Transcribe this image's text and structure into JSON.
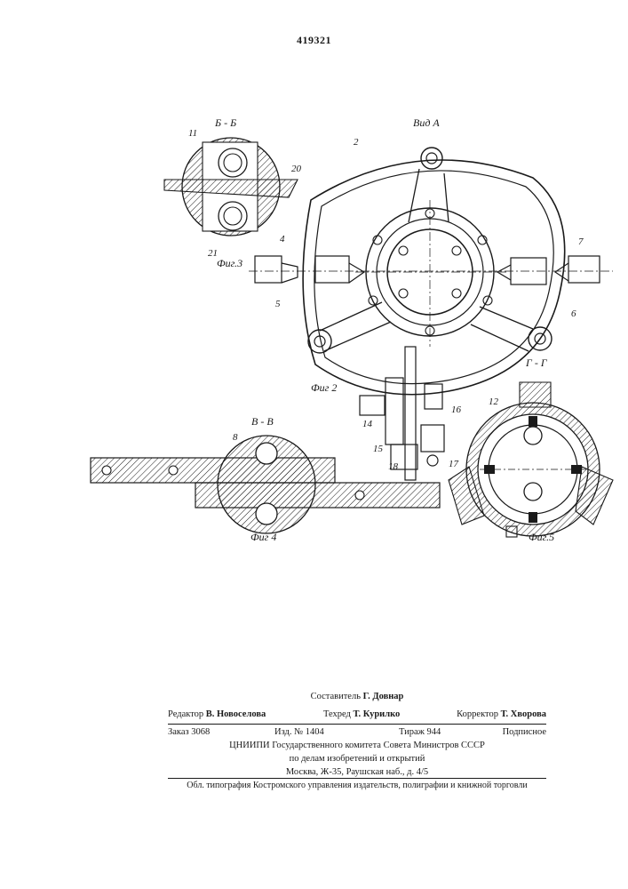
{
  "patent_number": "419321",
  "figure_labels": {
    "fig2": "Фиг 2",
    "fig3": "Фиг.3",
    "fig4": "Фиг 4",
    "fig5": "Фиг.5",
    "view_a": "Вид А",
    "section_bb": "Б - Б",
    "section_vv": "В - В",
    "section_gg": "Г - Г"
  },
  "callouts": [
    "2",
    "4",
    "5",
    "6",
    "7",
    "8",
    "11",
    "12",
    "14",
    "15",
    "16",
    "17",
    "18",
    "20",
    "21"
  ],
  "credits": {
    "compiler_label": "Составитель",
    "compiler_name": "Г. Довнар",
    "editor_label": "Редактор",
    "editor_name": "В. Новоселова",
    "techred_label": "Техред",
    "techred_name": "Т. Курилко",
    "corrector_label": "Корректор",
    "corrector_name": "Т. Хворова",
    "order": "Заказ 3068",
    "edition": "Изд. № 1404",
    "circulation": "Тираж 944",
    "subscription": "Подписное",
    "institute_line1": "ЦНИИПИ Государственного комитета Совета Министров СССР",
    "institute_line2": "по делам изобретений и открытий",
    "institute_line3": "Москва, Ж-35, Раушская наб., д. 4/5",
    "printer": "Обл. типография Костромского управления издательств, полиграфии и книжной торговли"
  }
}
